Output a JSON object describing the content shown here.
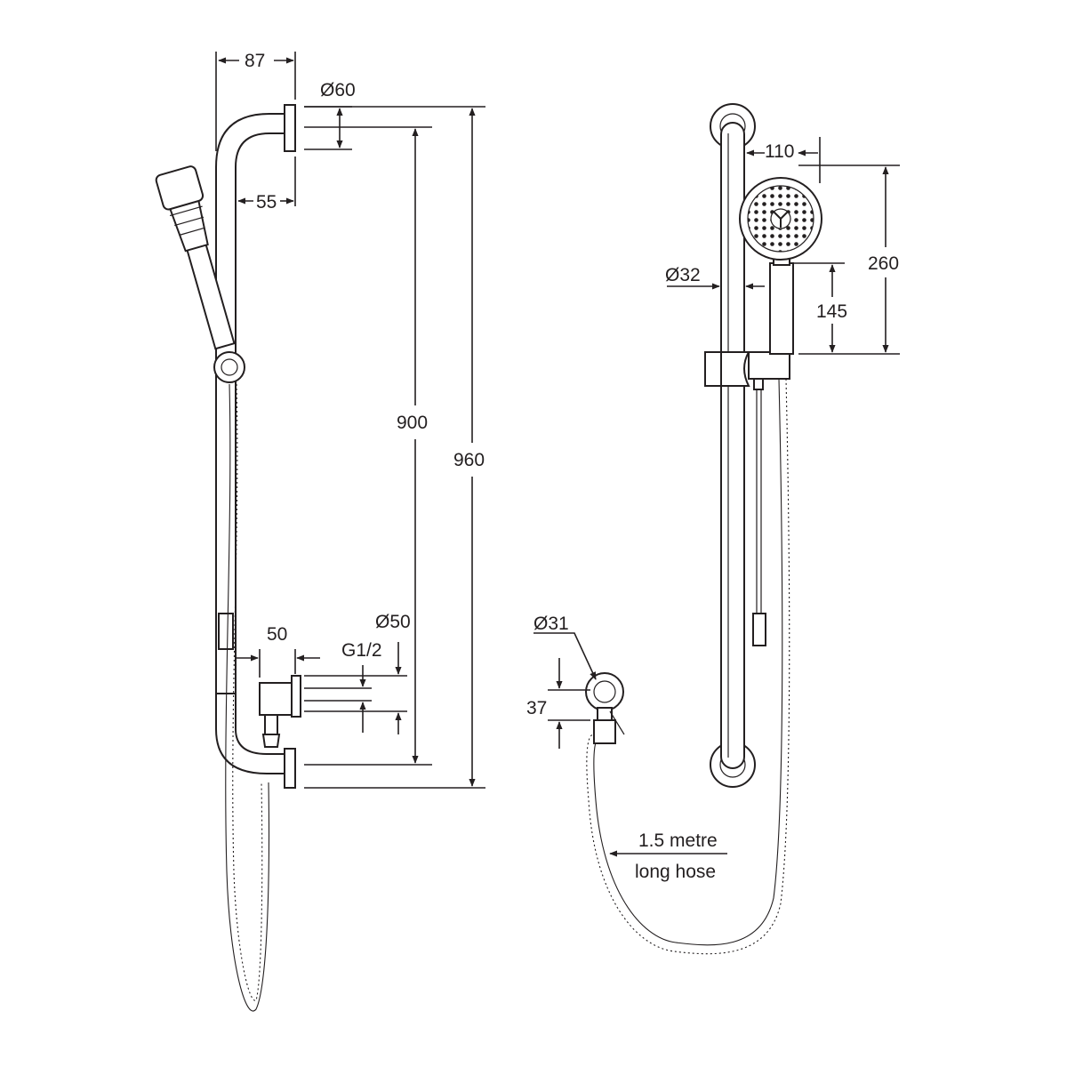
{
  "side_view": {
    "dim_87": "87",
    "dim_60": "Ø60",
    "dim_55": "55",
    "dim_900": "900",
    "dim_960": "960",
    "dim_50_dia": "Ø50",
    "dim_50": "50",
    "dim_thread": "G1/2"
  },
  "front_view": {
    "dim_110": "110",
    "dim_260": "260",
    "dim_32": "Ø32",
    "dim_145": "145"
  },
  "outlet_view": {
    "dim_31": "Ø31",
    "dim_37": "37",
    "hose_line1": "1.5 metre",
    "hose_line2": "long hose"
  }
}
